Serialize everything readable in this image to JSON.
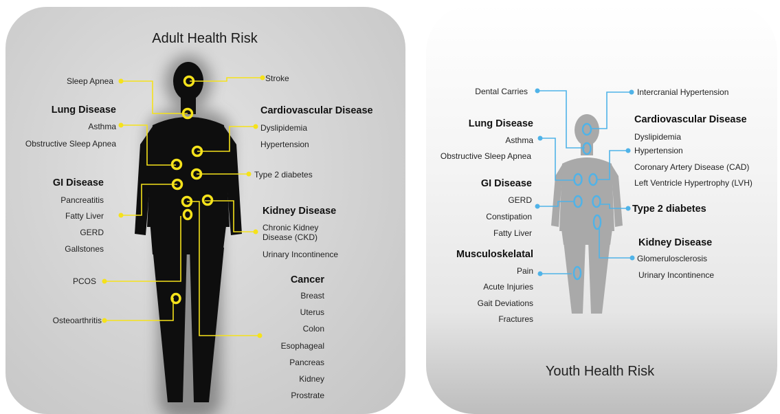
{
  "adult": {
    "title": "Adult Health Risk",
    "left": {
      "sleep_apnea": "Sleep Apnea",
      "lung_disease": "Lung Disease",
      "asthma": "Asthma",
      "obstructive_sleep_apnea": "Obstructive Sleep Apnea",
      "gi_disease": "GI Disease",
      "pancreatitis": "Pancreatitis",
      "fatty_liver": "Fatty Liver",
      "gerd": "GERD",
      "gallstones": "Gallstones",
      "pcos": "PCOS",
      "osteoarthritis": "Osteoarthritis"
    },
    "right": {
      "stroke": "Stroke",
      "cardiovascular_disease": "Cardiovascular Disease",
      "dyslipidemia": "Dyslipidemia",
      "hypertension": "Hypertension",
      "type2_diabetes": "Type 2 diabetes",
      "kidney_disease": "Kidney Disease",
      "ckd_line1": "Chronic Kidney",
      "ckd_line2": "Disease (CKD)",
      "urinary_incontinence": "Urinary Incontinence",
      "cancer": "Cancer",
      "cancers": [
        "Breast",
        "Uterus",
        "Colon",
        "Esophageal",
        "Pancreas",
        "Kidney",
        "Prostrate"
      ]
    },
    "accent_color": "#f5e21b"
  },
  "youth": {
    "title": "Youth Health Risk",
    "left": {
      "dental_carries": "Dental Carries",
      "lung_disease": "Lung Disease",
      "asthma": "Asthma",
      "obstructive_sleep_apnea": "Obstructive Sleep Apnea",
      "gi_disease": "GI Disease",
      "gerd": "GERD",
      "constipation": "Constipation",
      "fatty_liver": "Fatty Liver",
      "musculoskeletal": "Musculoskelatal",
      "pain": "Pain",
      "acute_injuries": "Acute Injuries",
      "gait_deviations": "Gait Deviations",
      "fractures": "Fractures"
    },
    "right": {
      "intercranial_hypertension": "Intercranial Hypertension",
      "cardiovascular_disease": "Cardiovascular Disease",
      "dyslipidemia": "Dyslipidemia",
      "hypertension": "Hypertension",
      "cad": "Coronary Artery Disease (CAD)",
      "lvh": "Left Ventricle Hypertrophy (LVH)",
      "type2_diabetes": "Type 2 diabetes",
      "kidney_disease": "Kidney Disease",
      "glomerulosclerosis": "Glomerulosclerosis",
      "urinary_incontinence": "Urinary Incontinence"
    },
    "accent_color": "#4fb3e8"
  }
}
